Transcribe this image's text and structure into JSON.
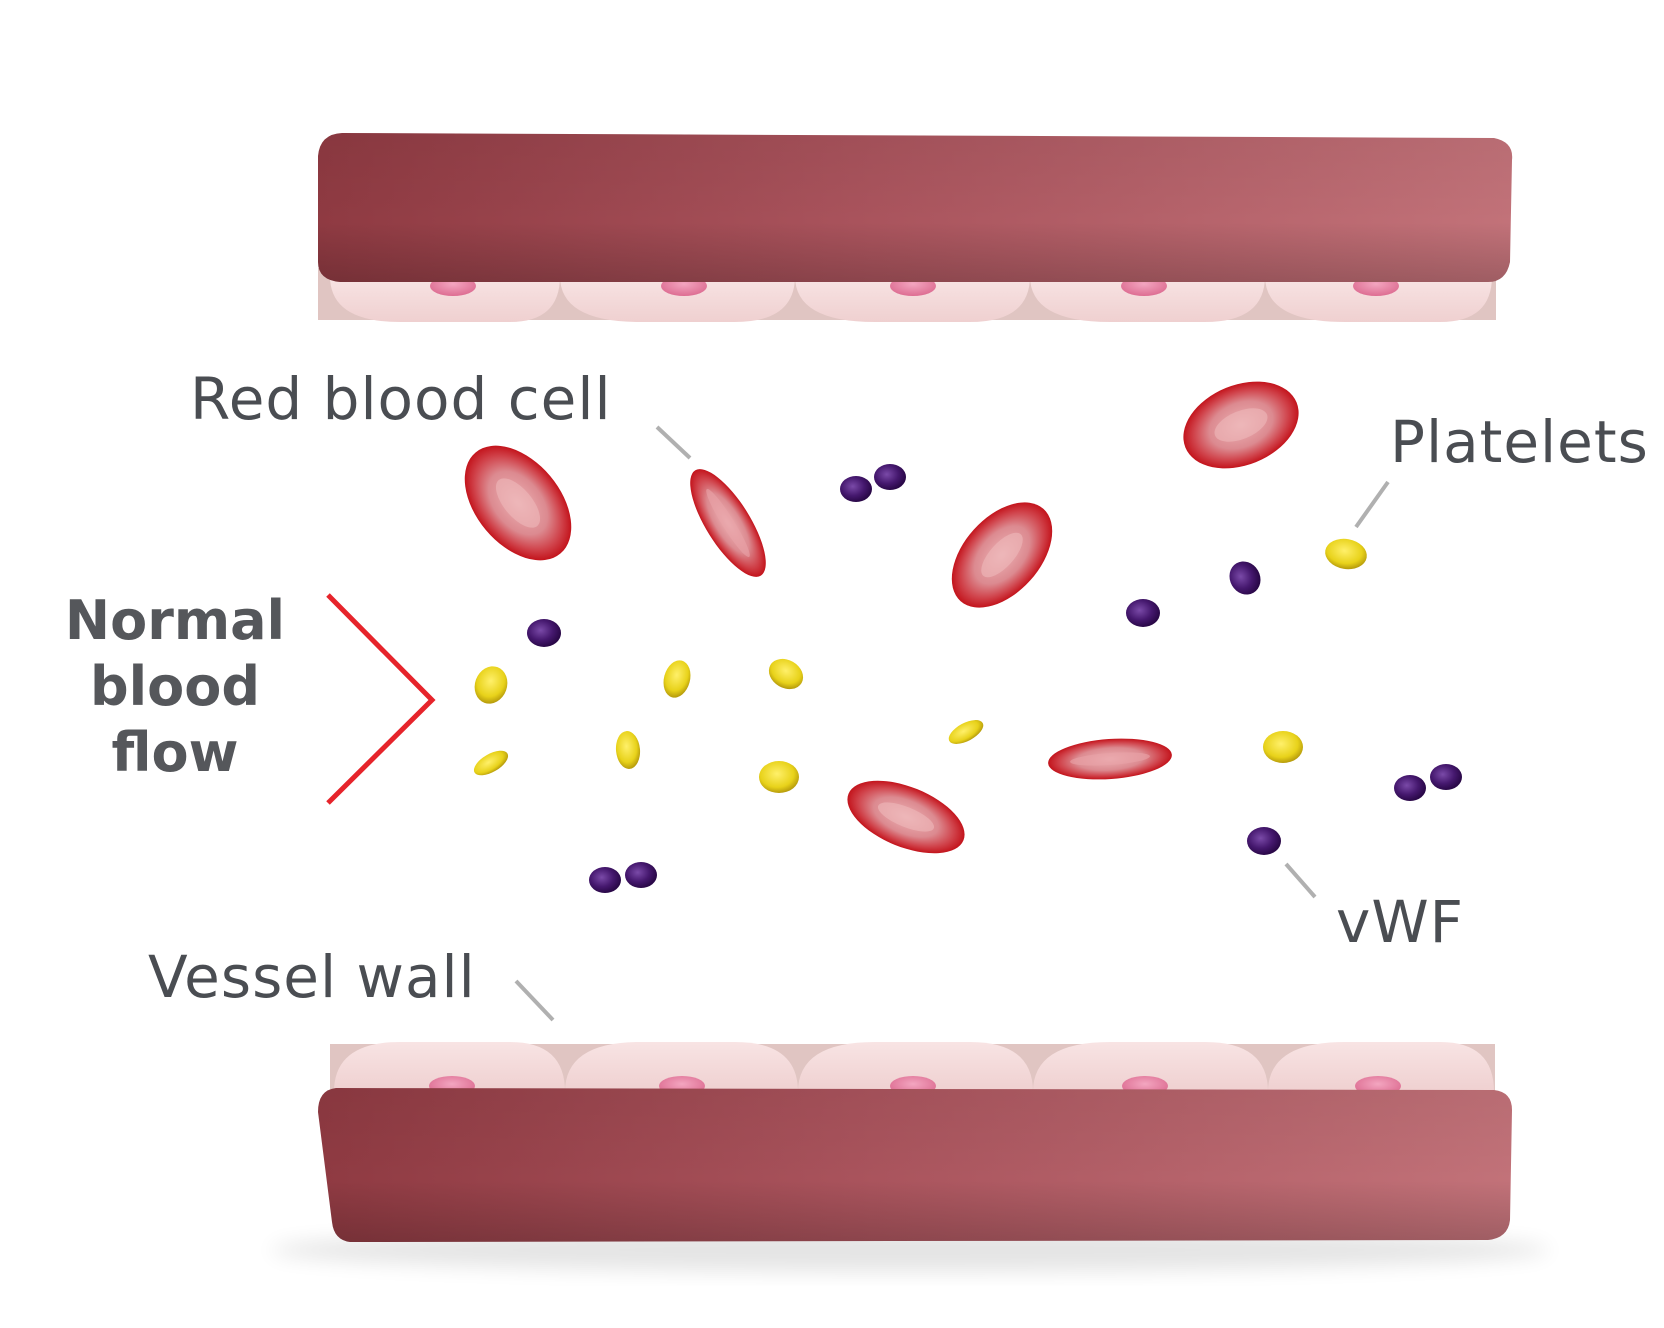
{
  "labels": {
    "red_blood_cell": "Red blood cell",
    "platelets": "Platelets",
    "vwf": "vWF",
    "vessel_wall": "Vessel wall",
    "flow_line1": "Normal",
    "flow_line2": "blood",
    "flow_line3": "flow"
  },
  "colors": {
    "vessel_muscle": "#a24a52",
    "endothelium": "#f4dada",
    "nucleus": "#e77ea0",
    "rbc_rim": "#d01c24",
    "rbc_center": "#e49aa0",
    "platelet": "#e8d21a",
    "vwf": "#3b1160",
    "arrow": "#e6242b",
    "leader_line": "#b0b0b0"
  }
}
